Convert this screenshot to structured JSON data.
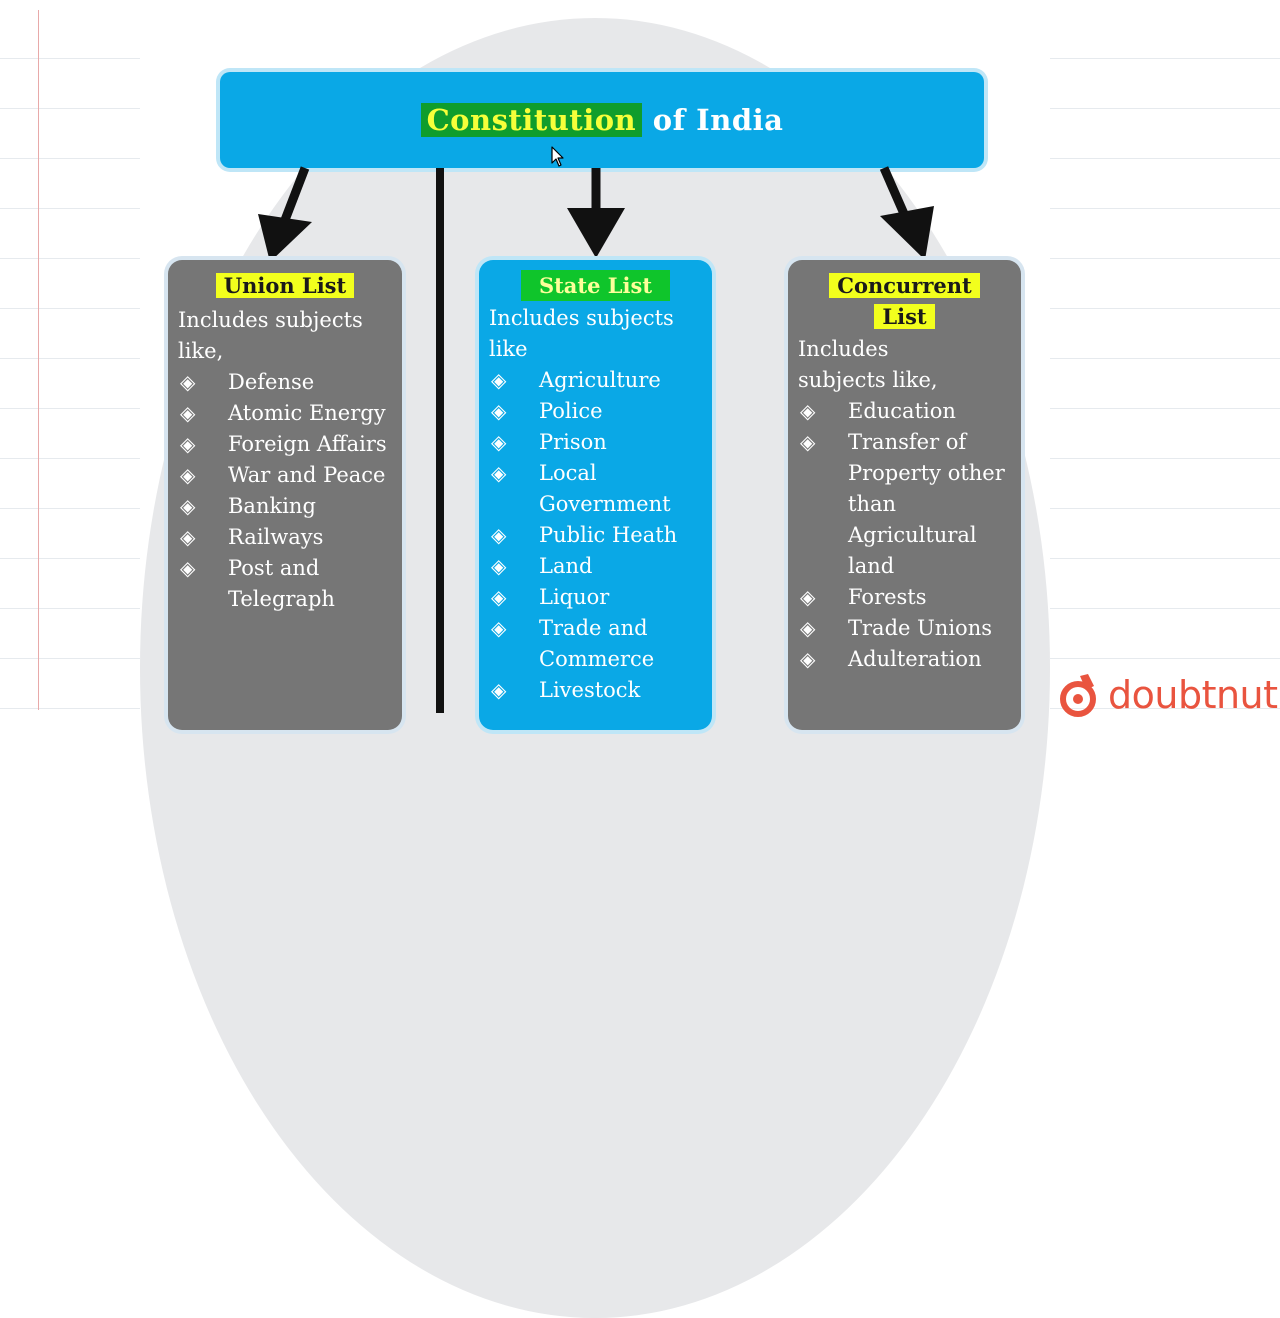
{
  "header": {
    "highlighted_word": "Constitution",
    "rest": "of India"
  },
  "columns": [
    {
      "title": "Union List",
      "intro": "Includes subjects like,",
      "items": [
        "Defense",
        "Atomic Energy",
        "Foreign Affairs",
        "War and Peace",
        "Banking",
        "Railways",
        "Post and Telegraph"
      ]
    },
    {
      "title": "State List",
      "intro": "Includes subjects like",
      "items": [
        "Agriculture",
        "Police",
        "Prison",
        "Local Government",
        "Public Heath",
        "Land",
        "Liquor",
        "Trade and Commerce",
        "Livestock"
      ]
    },
    {
      "title": "Concurrent List",
      "intro": "Includes subjects like,",
      "items": [
        "Education",
        "Transfer of Property other than Agricultural land",
        "Forests",
        "Trade Unions",
        "Adulteration"
      ]
    }
  ],
  "bullet_glyph": "◈",
  "logo": {
    "text": "doubtnut",
    "icon": "doubtnut-logo-icon",
    "color": "#e9543f"
  },
  "colors": {
    "header_blue": "#0aa8e6",
    "grey_box": "#767676",
    "highlight_yellow": "#f2ff1d",
    "highlight_green": "#0fc52b"
  }
}
